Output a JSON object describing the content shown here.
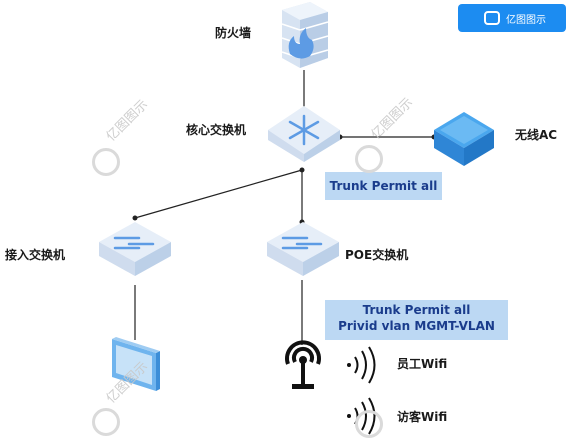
{
  "brand": {
    "badge_text": "亿图图示",
    "watermark_text": "亿图图示",
    "badge_color": "#1c8cf1"
  },
  "nodes": {
    "firewall": "防火墙",
    "core_switch": "核心交换机",
    "wireless_ac": "无线AC",
    "access_switch": "接入交换机",
    "poe_switch": "POE交换机",
    "staff_wifi": "员工Wifi",
    "guest_wifi": "访客Wifi"
  },
  "notes": {
    "core_note": "Trunk Permit all",
    "poe_note_line1": "Trunk Permit all",
    "poe_note_line2": "Privid vlan MGMT-VLAN"
  },
  "colors": {
    "device_top": "#e6eef8",
    "device_side": "#cfdcee",
    "arrow": "#5d9be4",
    "ac_top": "#4aa7ee",
    "note_bg": "#bcd8f3",
    "line": "#222222"
  }
}
